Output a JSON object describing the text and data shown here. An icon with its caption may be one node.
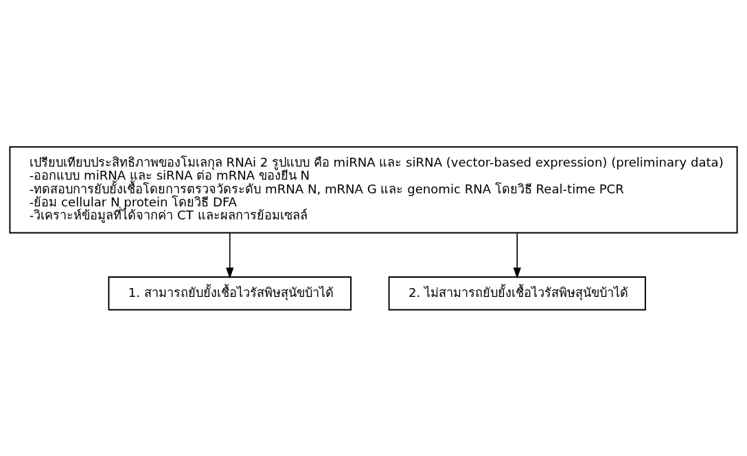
{
  "diagram": {
    "nodes": [
      {
        "text": [
          "เปรียบเทียบประสิทธิภาพของโมเลกุล RNAi 2 รูปแบบ คือ miRNA และ siRNA (vector-based expression) (preliminary data)",
          "-ออกแบบ miRNA และ siRNA ต่อ mRNA ของยีน N",
          "-ทดสอบการยับยั้งเชื้อโดยการตรวจวัดระดับ mRNA N, mRNA G และ genomic RNA โดยวิธี Real-time PCR",
          "-ย้อม cellular N protein โดยวิธี DFA",
          "-วิเคราะห์ข้อมูลที่ได้จากค่า CT และผลการย้อมเซลล์"
        ]
      },
      {
        "text": [
          "1. สามารถยับยั้งเชื้อไวรัสพิษสุนัขบ้าได้"
        ]
      },
      {
        "text": [
          "2. ไม่สามารถยับยั้งเชื้อไวรัสพิษสุนัขบ้าได้"
        ]
      }
    ],
    "edges": [
      {
        "from": 0,
        "to": 1,
        "arrow": "to"
      },
      {
        "from": 0,
        "to": 2,
        "arrow": "to"
      }
    ]
  }
}
